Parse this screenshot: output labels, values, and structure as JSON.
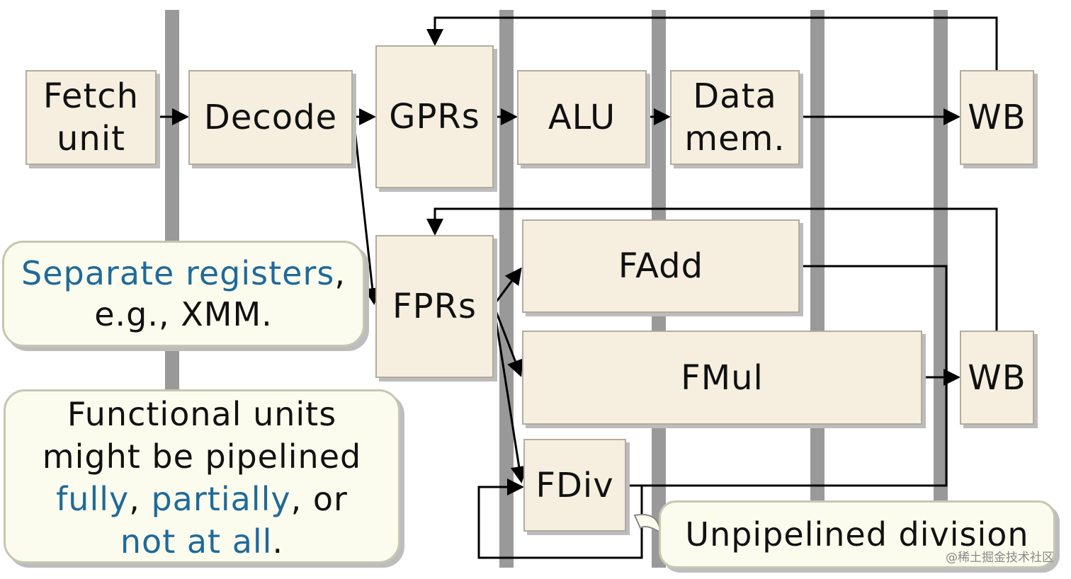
{
  "pipeline": {
    "fetch": {
      "line1": "Fetch",
      "line2": "unit"
    },
    "decode": "Decode",
    "gprs": "GPRs",
    "alu": "ALU",
    "data_mem": {
      "line1": "Data",
      "line2": "mem."
    },
    "wb_int": "WB",
    "fprs": "FPRs",
    "fadd": "FAdd",
    "fmul": "FMul",
    "fdiv": "FDiv",
    "wb_fp": "WB"
  },
  "callouts": {
    "registers": {
      "part1": "Separate registers",
      "part2": ",",
      "line2": "e.g., XMM."
    },
    "functional": {
      "line1": "Functional units",
      "line2": "might be pipelined",
      "fully": "fully",
      "sep1": ", ",
      "partially": "partially",
      "sep2": ", or",
      "not_at_all": "not at all",
      "end": "."
    },
    "division": "Unpipelined division"
  },
  "watermark": "@稀土掘金技术社区",
  "colors": {
    "box_fill": "#f6efe0",
    "callout_fill": "#fcfcee",
    "highlight": "#1f6a9a",
    "latch": "#999999"
  }
}
